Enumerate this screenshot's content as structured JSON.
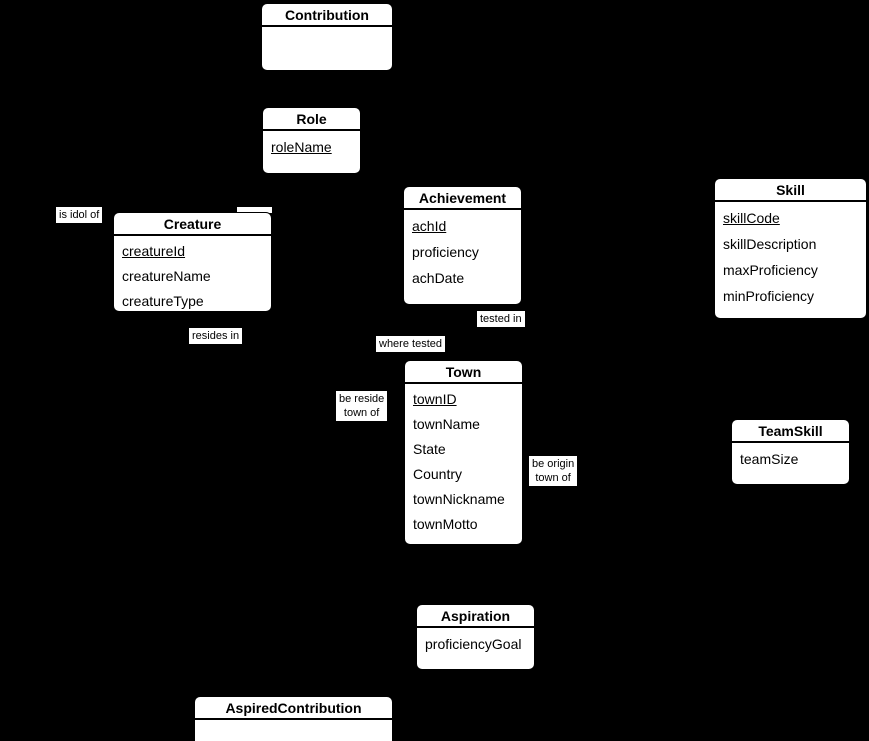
{
  "diagram": {
    "background_color": "#000000",
    "box_fill_color": "#ffffff",
    "box_text_color": "#000000"
  },
  "entities": {
    "contribution": {
      "title": "Contribution",
      "attributes": []
    },
    "role": {
      "title": "Role",
      "attributes": [
        {
          "name": "roleName",
          "underlined": true
        }
      ]
    },
    "creature": {
      "title": "Creature",
      "attributes": [
        {
          "name": "creatureId",
          "underlined": true
        },
        {
          "name": "creatureName",
          "underlined": false
        },
        {
          "name": "creatureType",
          "underlined": false
        }
      ]
    },
    "achievement": {
      "title": "Achievement",
      "attributes": [
        {
          "name": "achId",
          "underlined": true
        },
        {
          "name": "proficiency",
          "underlined": false
        },
        {
          "name": "achDate",
          "underlined": false
        }
      ]
    },
    "skill": {
      "title": "Skill",
      "attributes": [
        {
          "name": "skillCode",
          "underlined": true
        },
        {
          "name": "skillDescription",
          "underlined": false
        },
        {
          "name": "maxProficiency",
          "underlined": false
        },
        {
          "name": "minProficiency",
          "underlined": false
        }
      ]
    },
    "town": {
      "title": "Town",
      "attributes": [
        {
          "name": "townID",
          "underlined": true
        },
        {
          "name": "townName",
          "underlined": false
        },
        {
          "name": "State",
          "underlined": false
        },
        {
          "name": "Country",
          "underlined": false
        },
        {
          "name": "townNickname",
          "underlined": false
        },
        {
          "name": "townMotto",
          "underlined": false
        }
      ]
    },
    "teamskill": {
      "title": "TeamSkill",
      "attributes": [
        {
          "name": "teamSize",
          "underlined": false
        }
      ]
    },
    "aspiration": {
      "title": "Aspiration",
      "attributes": [
        {
          "name": "proficiencyGoal",
          "underlined": false
        }
      ]
    },
    "aspired_contribution": {
      "title": "AspiredContribution",
      "attributes": []
    }
  },
  "labels": {
    "is_idol_of": "is idol of",
    "resides_in": "resides in",
    "tested_in": "tested in",
    "where_tested": "where tested",
    "be_reside_line1": "be reside",
    "be_reside_line2": "town of",
    "be_origin_line1": "be origin",
    "be_origin_line2": "town of"
  }
}
